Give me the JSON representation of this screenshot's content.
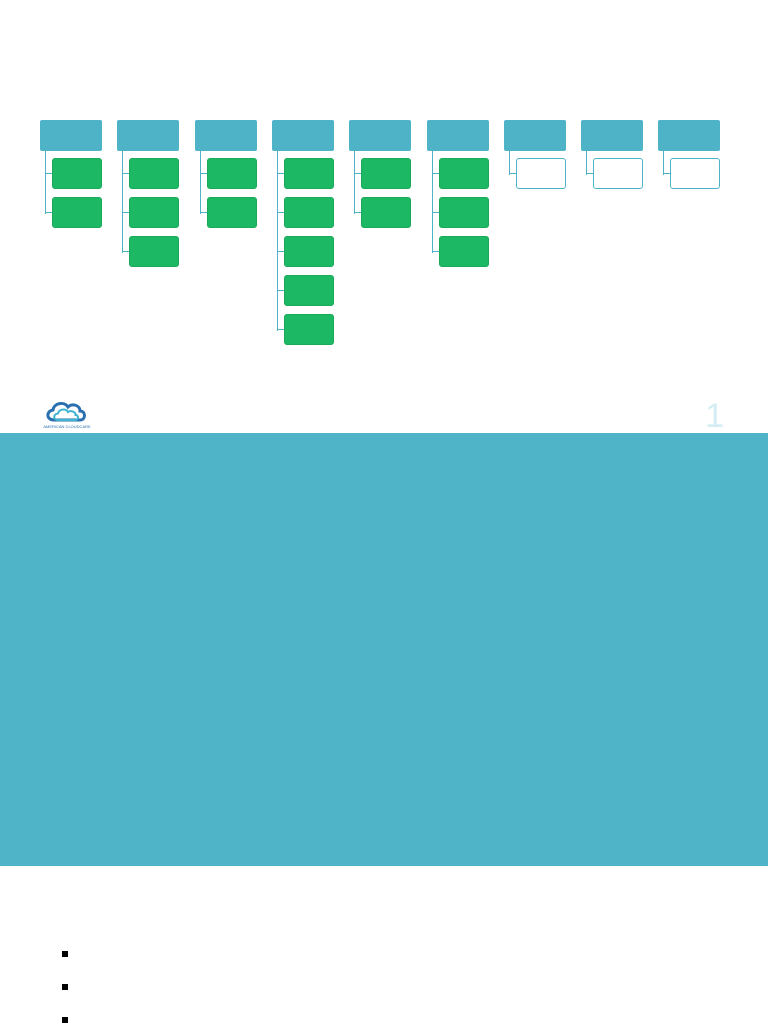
{
  "colors": {
    "header_fill": "#4fb3c8",
    "child_fill": "#1db863",
    "outline_border": "#4fb3c8",
    "panel_fill": "#50b4c8",
    "slide_number_color": "#d3edf3",
    "logo_blue": "#2a6fb0"
  },
  "org_chart": {
    "columns": [
      {
        "children": [
          "filled",
          "filled"
        ]
      },
      {
        "children": [
          "filled",
          "filled",
          "filled"
        ]
      },
      {
        "children": [
          "filled",
          "filled"
        ]
      },
      {
        "children": [
          "filled",
          "filled",
          "filled",
          "filled",
          "filled"
        ]
      },
      {
        "children": [
          "filled",
          "filled"
        ]
      },
      {
        "children": [
          "filled",
          "filled",
          "filled"
        ]
      },
      {
        "children": [
          "outline"
        ]
      },
      {
        "children": [
          "outline"
        ]
      },
      {
        "children": [
          "outline"
        ]
      }
    ]
  },
  "logo": {
    "icon": "cloud-logo-icon",
    "text": "AMERICAN CLOUDCARE"
  },
  "slide_number": "1",
  "bullets": [
    {
      "text": ""
    },
    {
      "text": ""
    },
    {
      "text": ""
    }
  ]
}
